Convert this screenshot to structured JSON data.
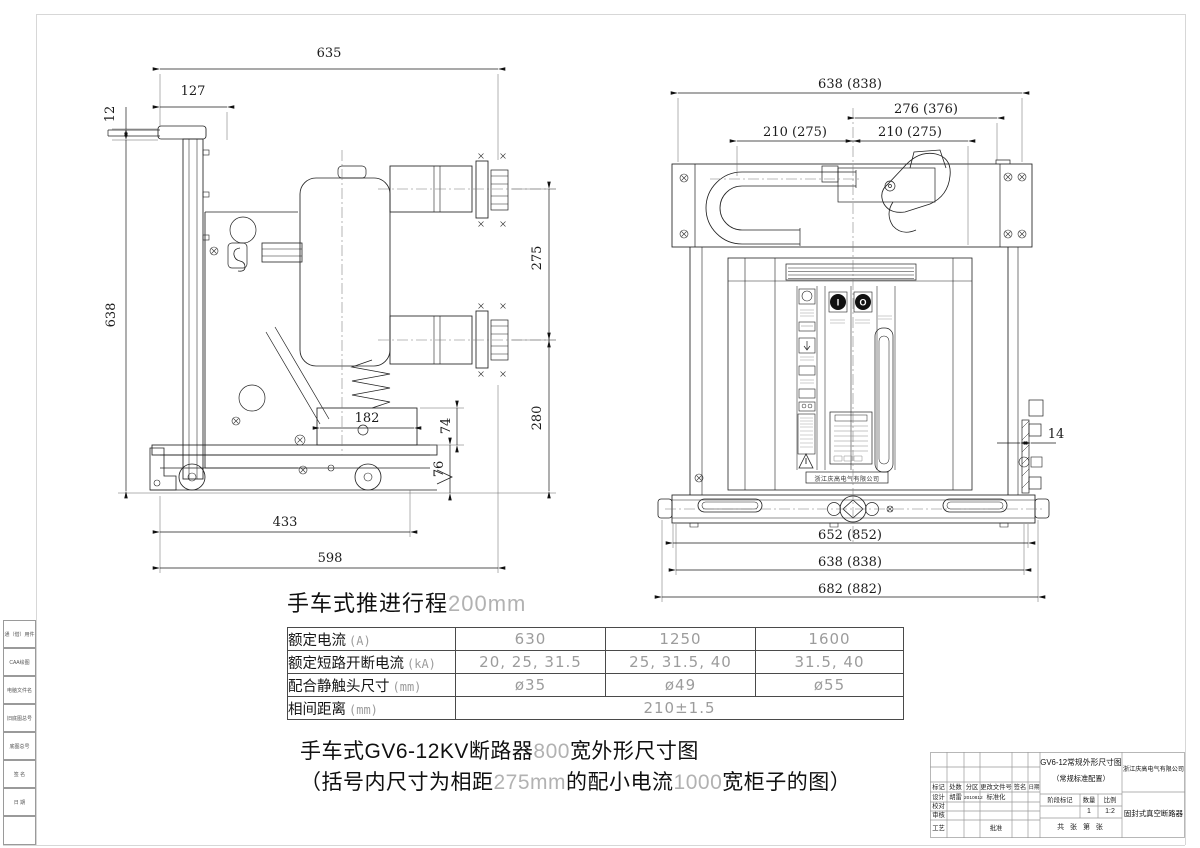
{
  "margin": {
    "labels": [
      "通（借）用件登记",
      "CAA绘图",
      "电脑文件名",
      "旧底图总号",
      "底图总号",
      "签 名",
      "日 期"
    ]
  },
  "side_view": {
    "dims": {
      "w635": "635",
      "w127": "127",
      "h12": "12",
      "h638": "638",
      "h275": "275",
      "h280": "280",
      "w182": "182",
      "h74": "74",
      "h76": "76",
      "w433": "433",
      "w598": "598"
    }
  },
  "front_view": {
    "dims": {
      "top": "638 (838)",
      "upper": "276 (376)",
      "phase_left": "210 (275)",
      "phase_right": "210 (275)",
      "side": "14",
      "base_inner": "652 (852)",
      "base_mid": "638 (838)",
      "base_outer": "682 (882)"
    },
    "close_button": "I",
    "open_button": "O",
    "brand_bar": "浙江庆高电气有限公司"
  },
  "travel_note": {
    "prefix": "手车式推进行程",
    "value": "200mm"
  },
  "spec_table": {
    "rows": [
      {
        "label": "额定电流",
        "unit": "(A)",
        "v1": "630",
        "v2": "1250",
        "v3": "1600"
      },
      {
        "label": "额定短路开断电流",
        "unit": "(kA)",
        "v1": "20, 25, 31.5",
        "v2": "25, 31.5, 40",
        "v3": "31.5, 40"
      },
      {
        "label": "配合静触头尺寸",
        "unit": "(mm)",
        "v1": "ø35",
        "v2": "ø49",
        "v3": "ø55"
      },
      {
        "label": "相间距离",
        "unit": "(mm)",
        "span": "210±1.5"
      }
    ]
  },
  "caption": {
    "l1a": "手车式GV6-12KV断路器",
    "l1b": "800",
    "l1c": "宽外形尺寸图",
    "l2a": "（括号内尺寸为相距",
    "l2b": "275mm",
    "l2c": "的配小电流",
    "l2d": "1000",
    "l2e": "宽柜子的图）"
  },
  "title_block": {
    "rev": [
      "标记",
      "处数",
      "分区",
      "更改文件号",
      "签名",
      "日期"
    ],
    "design": "设计",
    "design_name": "胡雷",
    "design_date": "2010812",
    "standard": "标准化",
    "check": "校对",
    "audit": "审核",
    "craft": "工艺",
    "approve": "批准",
    "title1": "GV6-12常规外形尺寸图",
    "title2": "（常规标准配置）",
    "stage": "阶段标记",
    "qty_label": "数量",
    "scale_label": "比例",
    "qty": "1",
    "scale": "1:2",
    "sheets": "共 张 第 张",
    "company": "浙江庆高电气有限公司",
    "product": "固封式真空断路器"
  }
}
